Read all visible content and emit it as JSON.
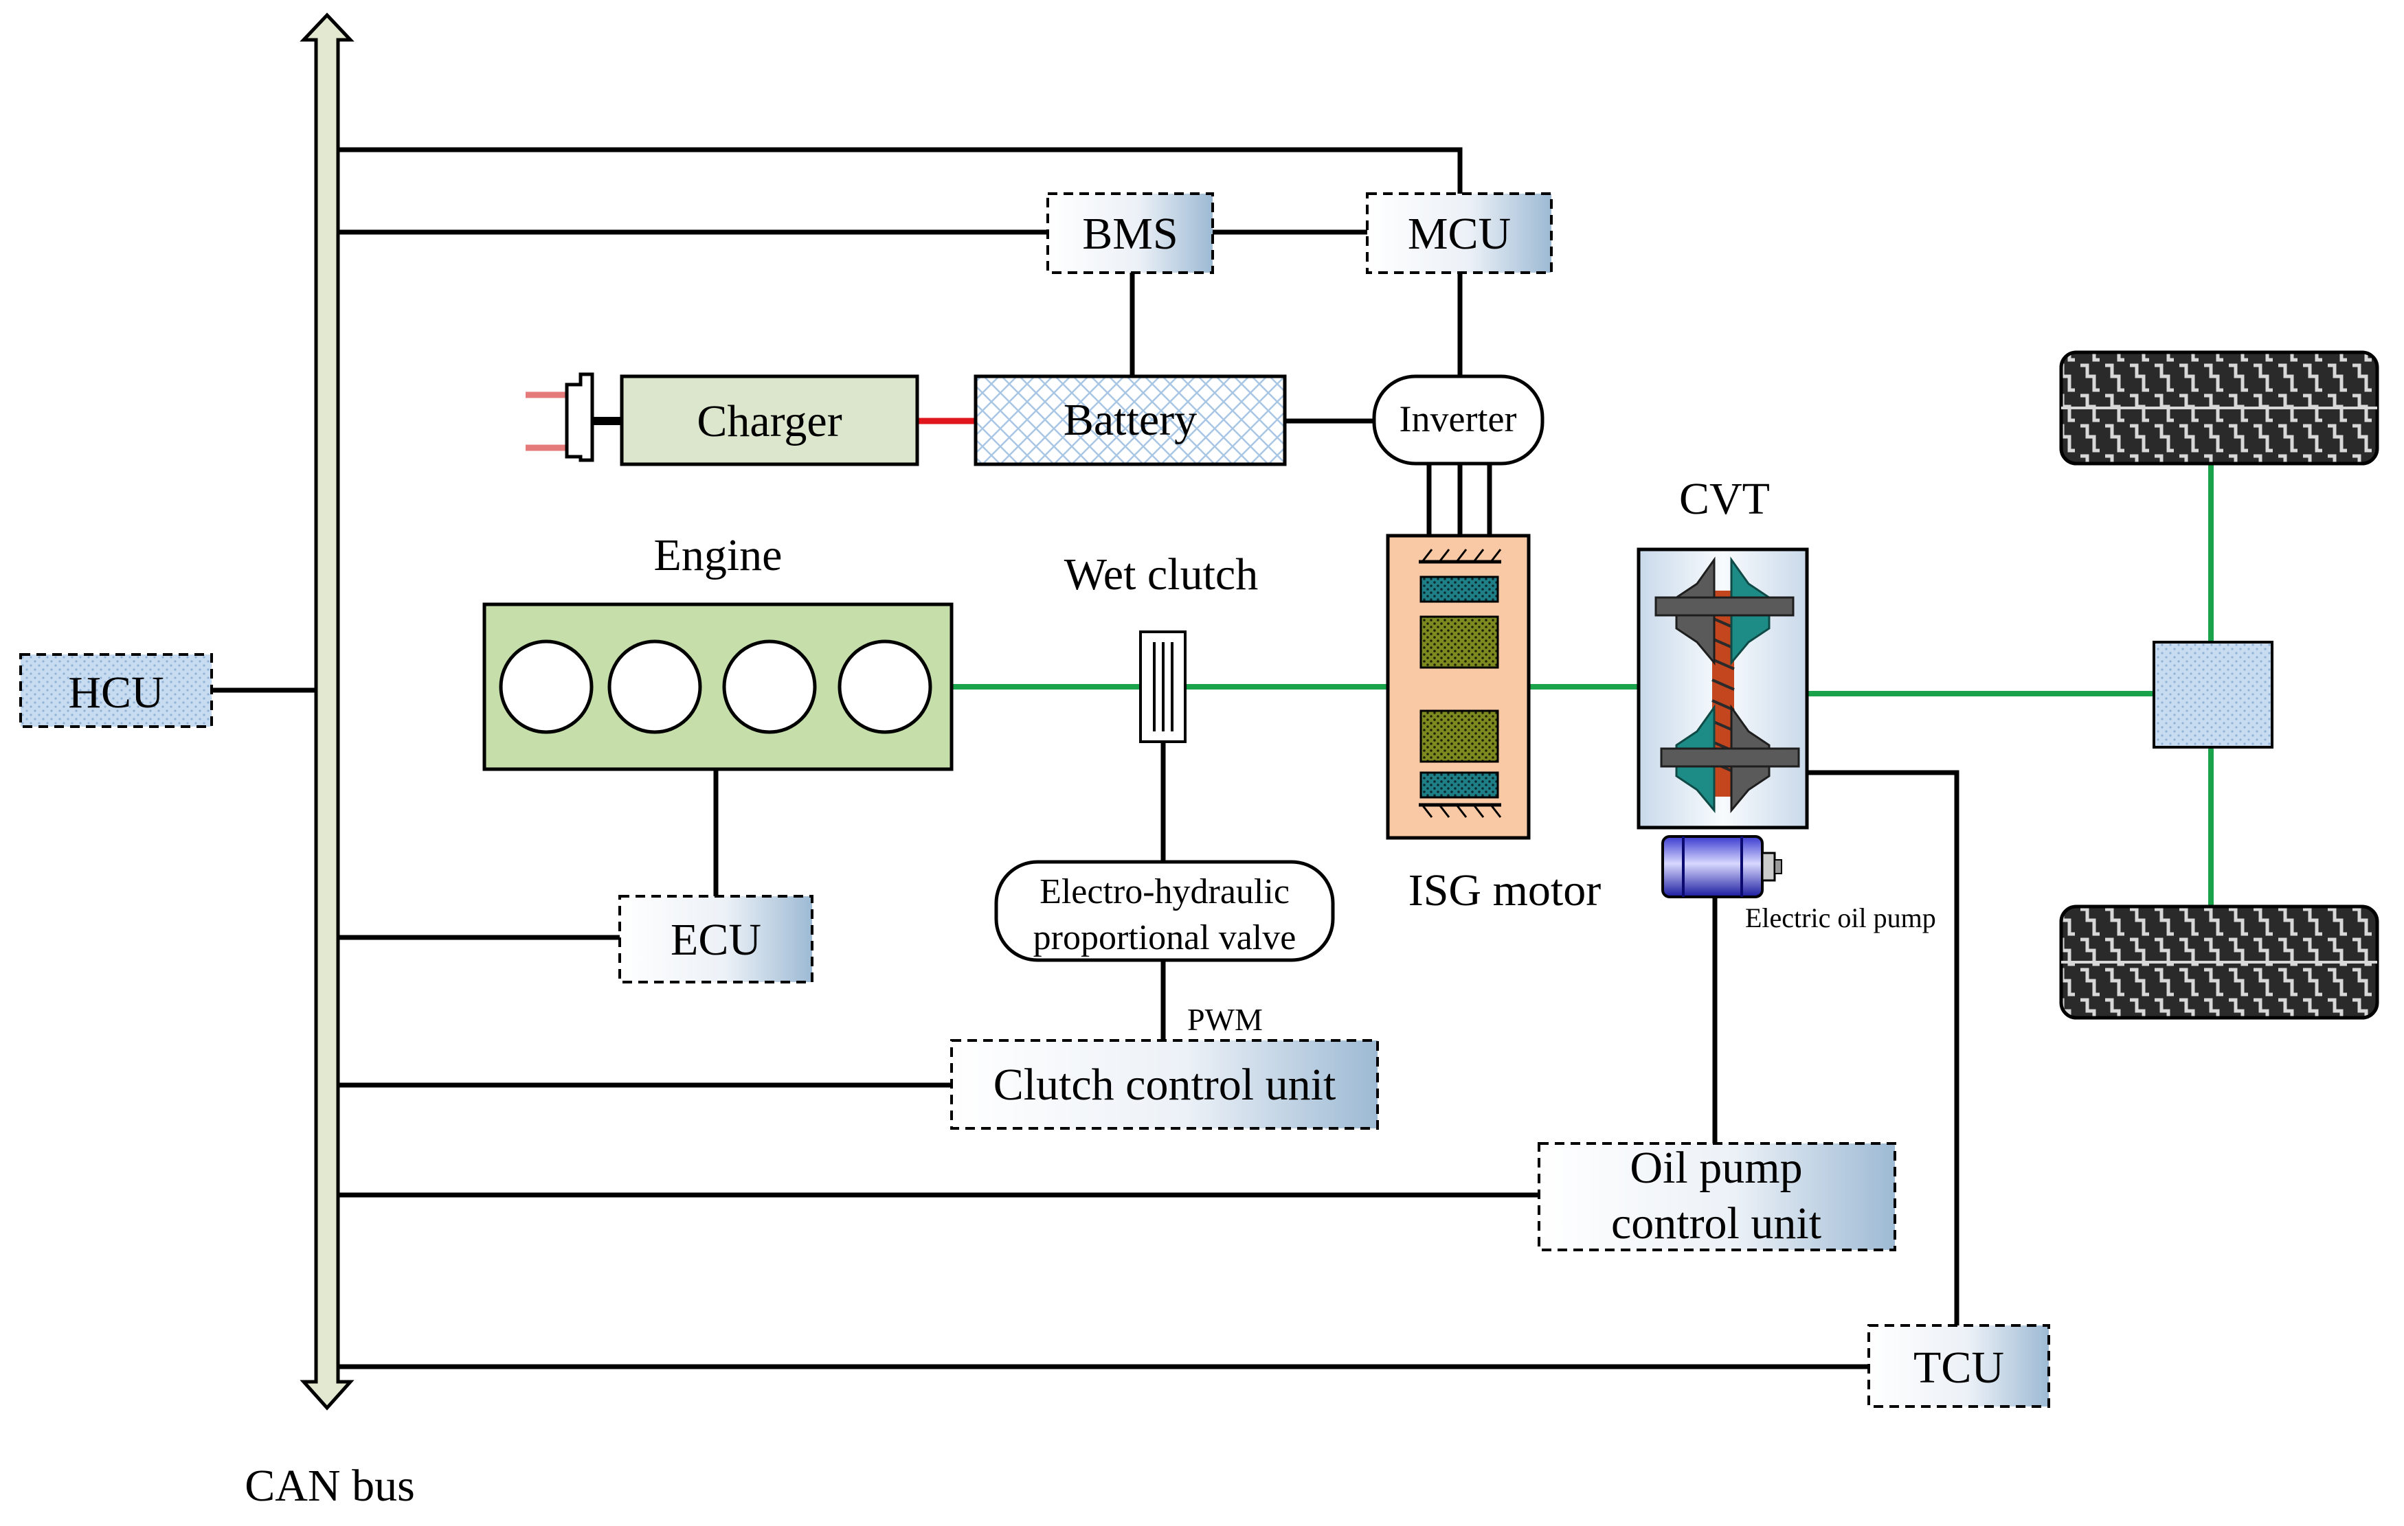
{
  "labels": {
    "hcu": "HCU",
    "bms": "BMS",
    "mcu": "MCU",
    "charger": "Charger",
    "battery": "Battery",
    "inverter": "Inverter",
    "engine": "Engine",
    "wet_clutch": "Wet clutch",
    "cvt": "CVT",
    "isg_motor": "ISG motor",
    "ecu": "ECU",
    "valve_line1": "Electro-hydraulic",
    "valve_line2": "proportional valve",
    "pwm": "PWM",
    "clutch_control_unit": "Clutch control unit",
    "oil_pump_line1": "Oil pump",
    "oil_pump_line2": "control unit",
    "electric_oil_pump": "Electric oil pump",
    "tcu": "TCU",
    "can_bus": "CAN bus"
  },
  "colors": {
    "drivetrain": "#1aa34a",
    "bus_fill": "#e3e8d0",
    "engine_fill": "#c6dea9",
    "isg_fill": "#f8c9a4",
    "red_link": "#e0161c",
    "controller_gradient_end": "#9dbad4",
    "coil": "#6b7d19",
    "cvt_teal": "#1e8c86"
  }
}
